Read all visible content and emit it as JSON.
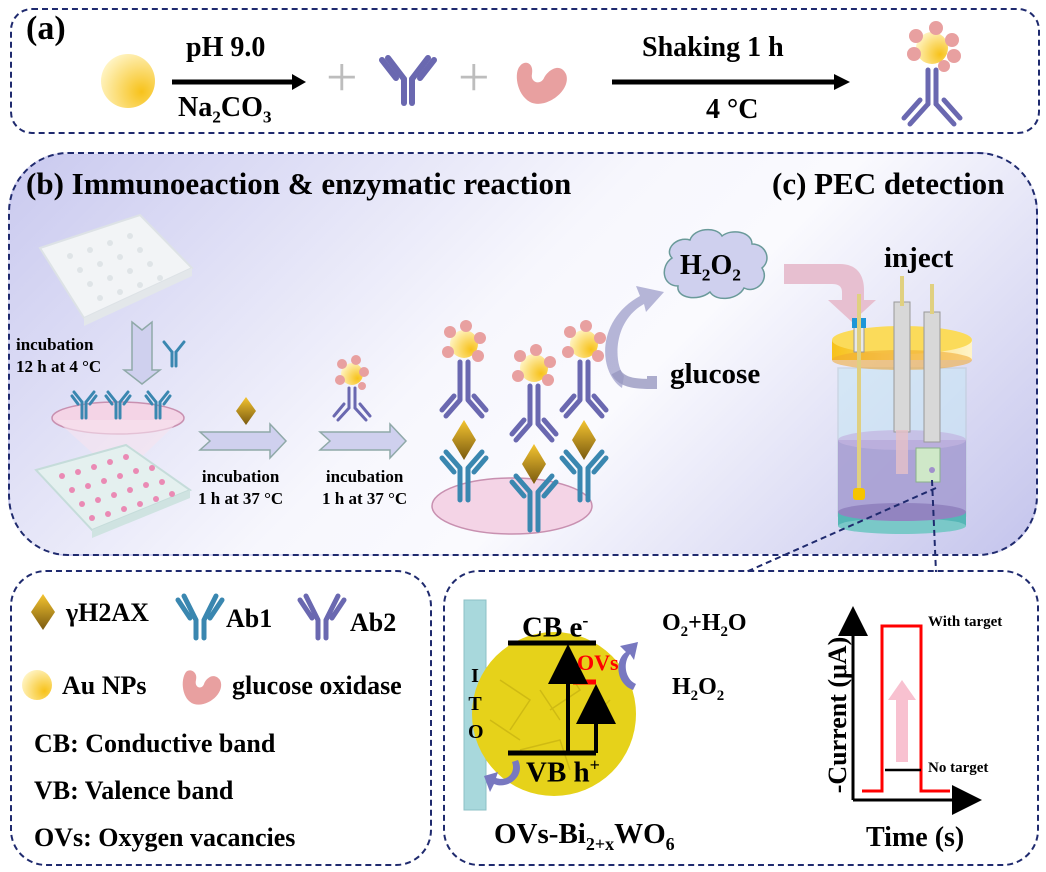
{
  "panel_a": {
    "label": "(a)",
    "step1_top": "pH 9.0",
    "step1_bottom_main": "Na",
    "step1_bottom_sub1": "2",
    "step1_bottom_mid": "CO",
    "step1_bottom_sub2": "3",
    "plus": "+",
    "step2_top": "Shaking 1 h",
    "step2_bottom": "4 °C"
  },
  "panel_b": {
    "title": "(b) Immunoeaction & enzymatic reaction",
    "incubation1_line1": "incubation",
    "incubation1_line2": "12 h at 4 °C",
    "incubation2_line1": "incubation",
    "incubation2_line2": "1 h at 37 °C",
    "incubation3_line1": "incubation",
    "incubation3_line2": "1 h at 37 °C",
    "h2o2_main": "H",
    "h2o2_sub1": "2",
    "h2o2_mid": "O",
    "h2o2_sub2": "2",
    "glucose": "glucose"
  },
  "panel_c": {
    "title": "(c) PEC detection",
    "inject": "inject"
  },
  "legend": {
    "items": [
      {
        "icon": "diamond-antigen-icon",
        "label": "γH2AX"
      },
      {
        "icon": "antibody-ab1-icon",
        "label": "Ab1"
      },
      {
        "icon": "antibody-ab2-icon",
        "label": "Ab2"
      },
      {
        "icon": "gold-nanoparticle-icon",
        "label": "Au NPs"
      },
      {
        "icon": "glucose-oxidase-icon",
        "label": "glucose oxidase"
      }
    ],
    "definitions": [
      "CB: Conductive band",
      "VB: Valence band",
      "OVs: Oxygen vacancies"
    ]
  },
  "mechanism": {
    "ito": [
      "I",
      "T",
      "O"
    ],
    "cb_label": "CB e",
    "cb_sup": "-",
    "vb_label": "VB h",
    "vb_sup": "+",
    "ovs_label": "OVs",
    "o2_h2o": {
      "a": "O",
      "s1": "2",
      "b": "+H",
      "s2": "2",
      "c": "O"
    },
    "h2o2": {
      "a": "H",
      "s1": "2",
      "b": "O",
      "s2": "2"
    },
    "material": {
      "a": "OVs-Bi",
      "s1": "2+x",
      "b": "WO",
      "s2": "6"
    },
    "colors": {
      "ovs": "#ff0000",
      "flower": "#e6d21a",
      "ito": "#a8d8dc"
    }
  },
  "graph": {
    "ylabel": "-Current (μA)",
    "xlabel": "Time (s)",
    "with_target": "With target",
    "no_target": "No target",
    "colors": {
      "with": "#ff0000",
      "without": "#000000",
      "arrow": "#f7b6c8"
    }
  },
  "colors": {
    "border": "#1f2a6e",
    "ab1": "#3a87b0",
    "ab2": "#6a68b0",
    "antigen": "#d4a520",
    "gox": "#e8a0a0",
    "au": "#f9d45a",
    "arrow_fill": "#cfd0ee",
    "panel_bg": "#d6d6f2"
  }
}
